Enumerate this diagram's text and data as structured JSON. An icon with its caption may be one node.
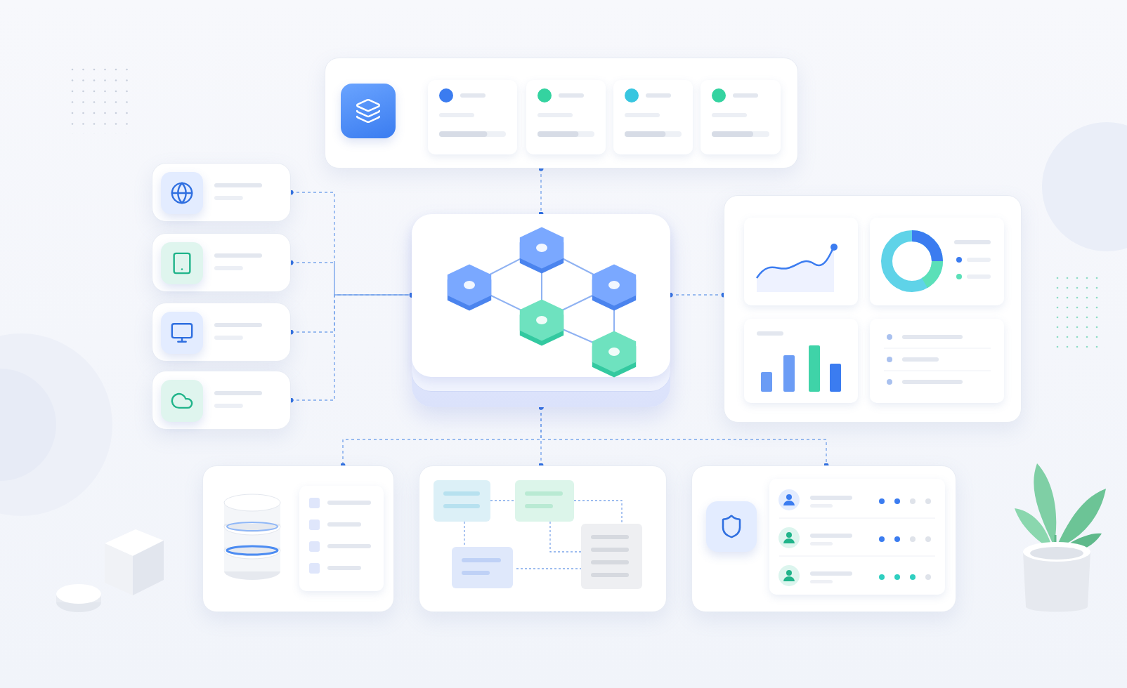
{
  "diagram": {
    "nodes": [
      {
        "text": [],
        "shape": "box"
      },
      {
        "text": [],
        "shape": "box"
      },
      {
        "text": [],
        "shape": "box"
      },
      {
        "text": [],
        "shape": "box"
      },
      {
        "text": [],
        "shape": "box"
      },
      {
        "text": [],
        "shape": "box"
      },
      {
        "text": [],
        "shape": "box"
      },
      {
        "text": [],
        "shape": "box"
      },
      {
        "text": [],
        "shape": "box"
      },
      {
        "text": [],
        "shape": "box"
      }
    ],
    "edges": [
      {
        "from": 0,
        "to": 5,
        "arrow": "other",
        "style": "dashed"
      },
      {
        "from": 1,
        "to": 5,
        "arrow": "other",
        "style": "dashed"
      },
      {
        "from": 2,
        "to": 5,
        "arrow": "other",
        "style": "dashed"
      },
      {
        "from": 3,
        "to": 5,
        "arrow": "other",
        "style": "dashed"
      },
      {
        "from": 4,
        "to": 5,
        "arrow": "other",
        "style": "dashed"
      },
      {
        "from": 5,
        "to": 6,
        "arrow": "other",
        "style": "dashed"
      },
      {
        "from": 5,
        "to": 7,
        "arrow": "other",
        "style": "dashed"
      },
      {
        "from": 5,
        "to": 8,
        "arrow": "other",
        "style": "dashed"
      },
      {
        "from": 5,
        "to": 9,
        "arrow": "other",
        "style": "dashed"
      }
    ]
  }
}
